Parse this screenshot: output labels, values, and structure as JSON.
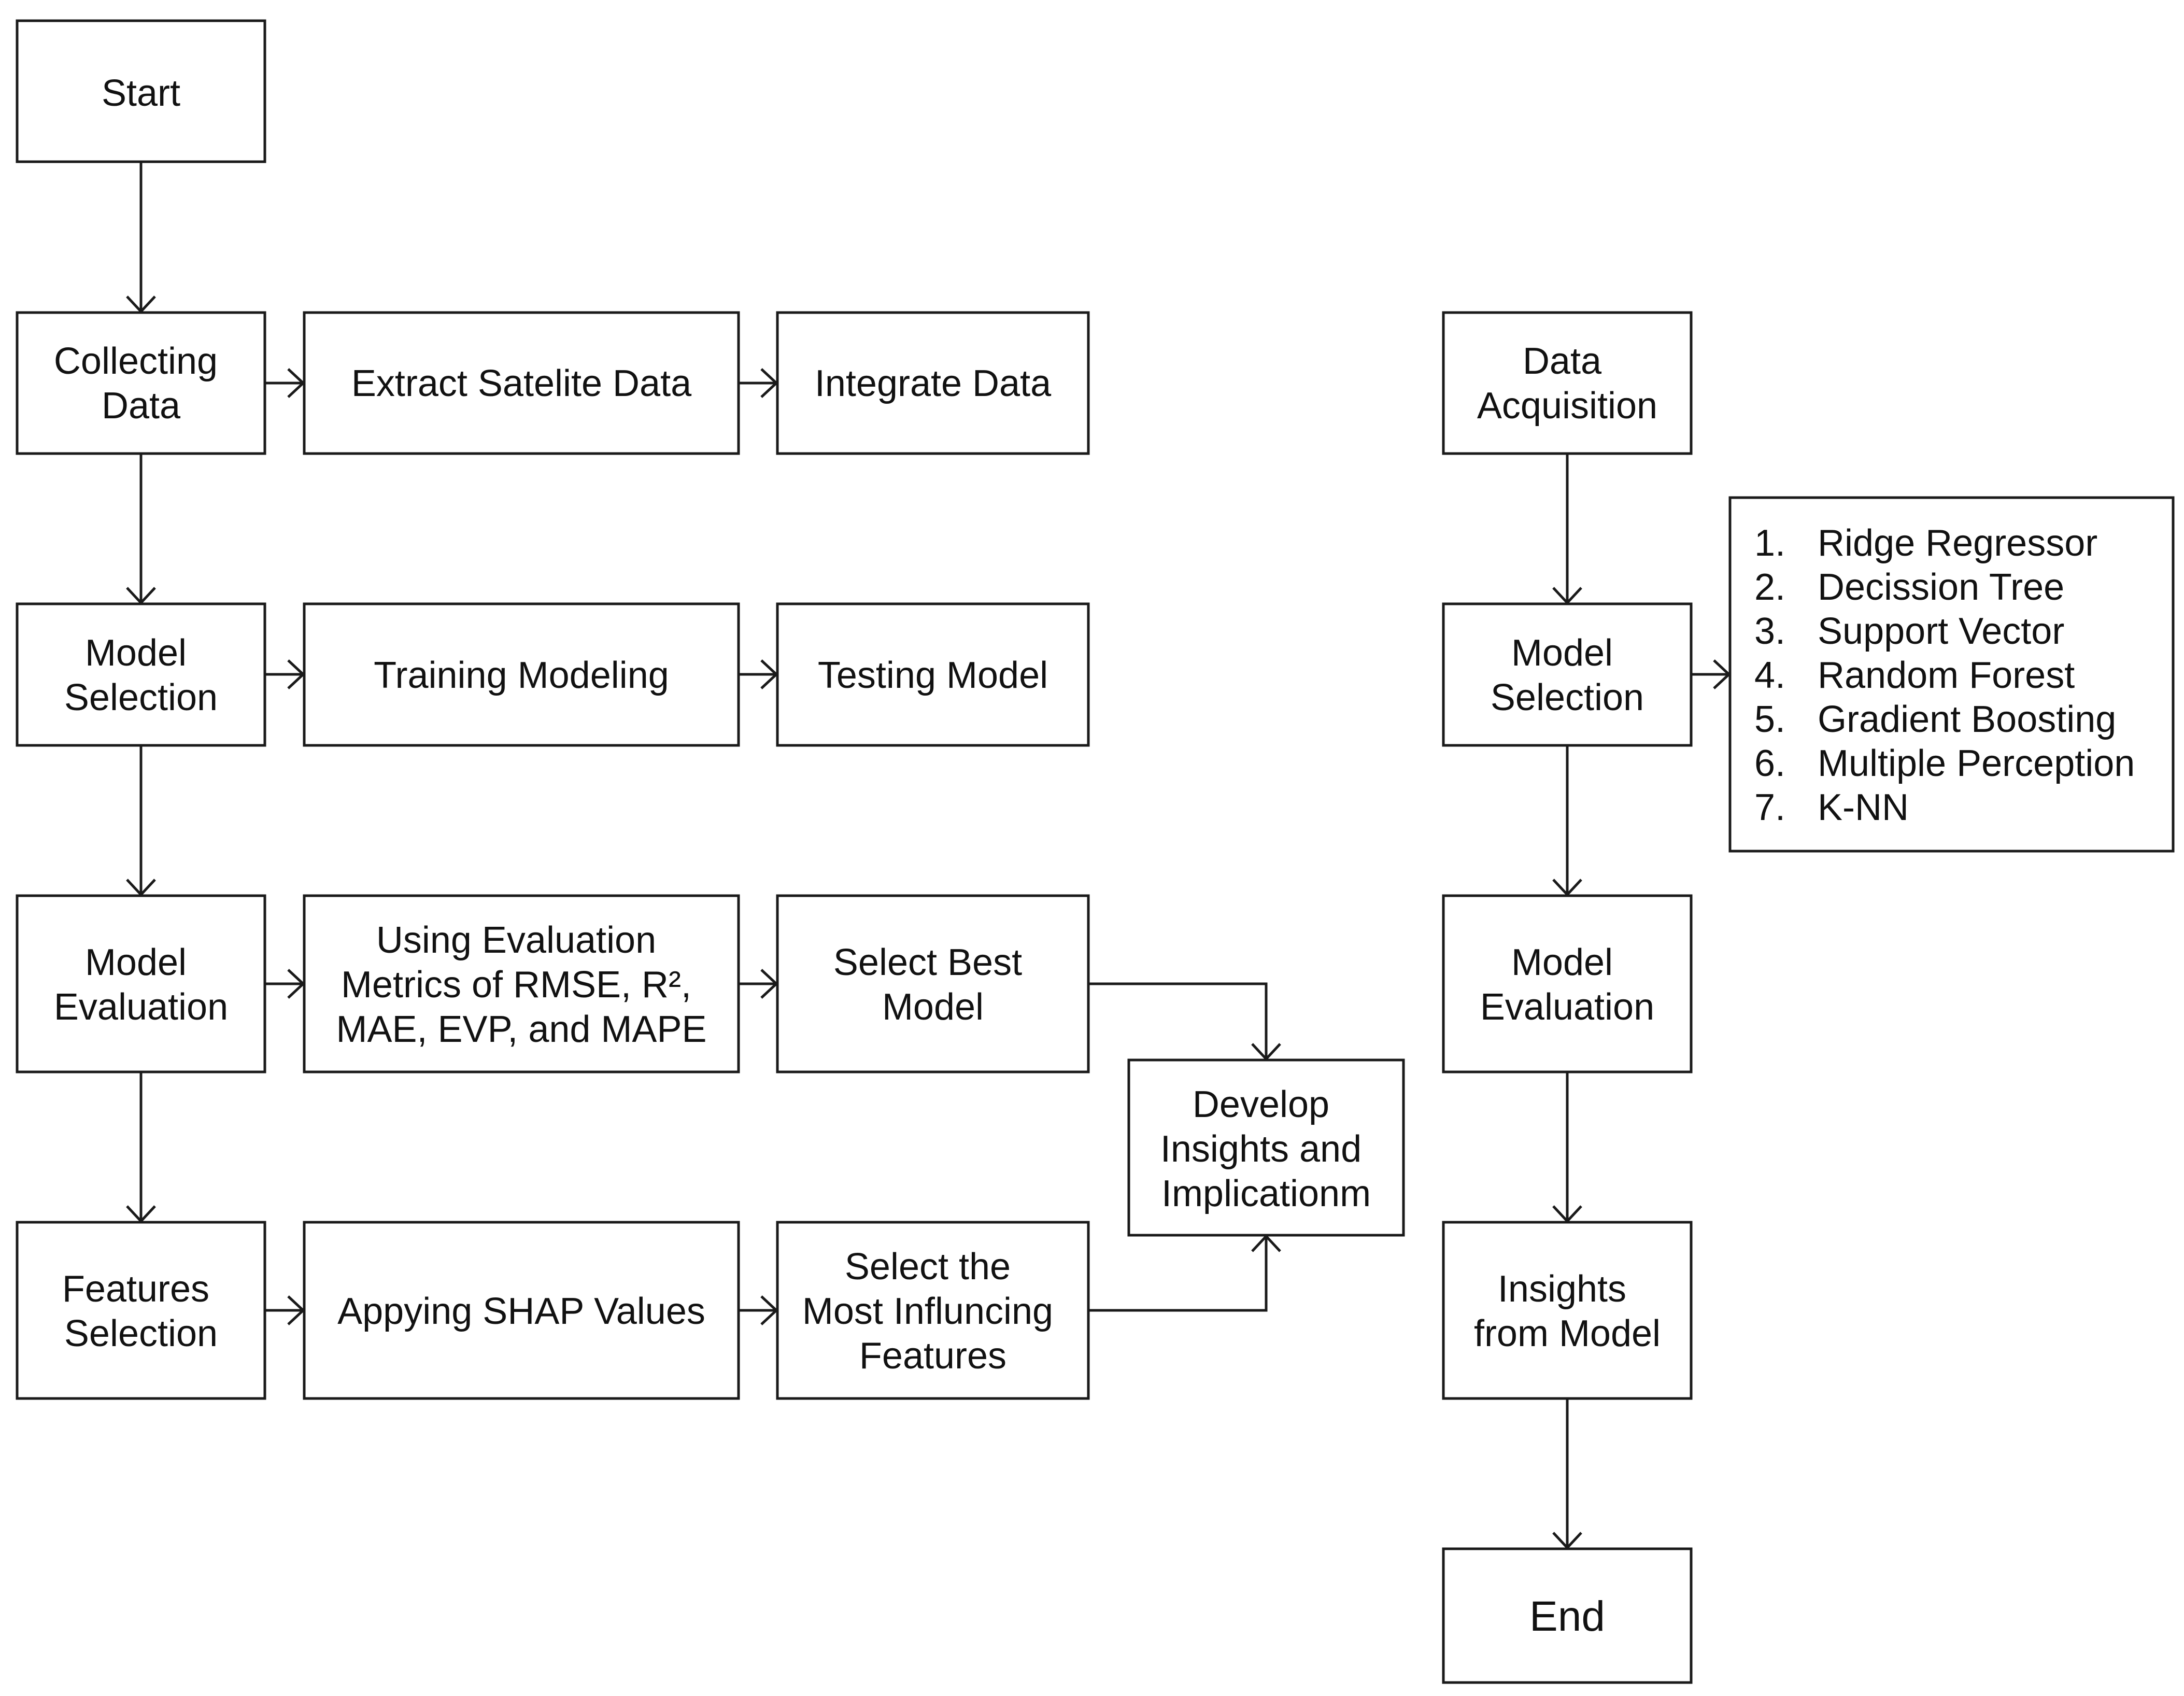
{
  "nodes": {
    "start": [
      "Start"
    ],
    "collecting_data": [
      "Collecting",
      "Data"
    ],
    "extract_satellite": [
      "Extract Satelite Data"
    ],
    "integrate_data": [
      "Integrate Data"
    ],
    "model_selection_left": [
      "Model",
      "Selection"
    ],
    "training_modeling": [
      "Training Modeling"
    ],
    "testing_model": [
      "Testing Model"
    ],
    "model_evaluation_left": [
      "Model",
      "Evaluation"
    ],
    "evaluation_metrics": [
      "Using Evaluation",
      "Metrics of RMSE, R²,",
      "MAE, EVP, and MAPE"
    ],
    "select_best_model": [
      "Select Best",
      "Model"
    ],
    "develop_insights": [
      "Develop",
      "Insights and",
      "Implicationm"
    ],
    "features_selection": [
      "Features",
      "Selection"
    ],
    "applying_shap": [
      "Appying SHAP Values"
    ],
    "most_influencing": [
      "Select the",
      "Most Influncing",
      "Features"
    ],
    "data_acquisition": [
      "Data",
      "Acquisition"
    ],
    "model_selection_right": [
      "Model",
      "Selection"
    ],
    "model_evaluation_right": [
      "Model",
      "Evaluation"
    ],
    "insights_from_model": [
      "Insights",
      "from Model"
    ],
    "end": [
      "End"
    ]
  },
  "model_list": {
    "numbers": [
      "1.",
      "2.",
      "3.",
      "4.",
      "5.",
      "6.",
      "7."
    ],
    "items": [
      "Ridge Regressor",
      "Decission Tree",
      "Support Vector",
      "Random Forest",
      "Gradient Boosting",
      "Multiple Perception",
      "K-NN"
    ]
  }
}
